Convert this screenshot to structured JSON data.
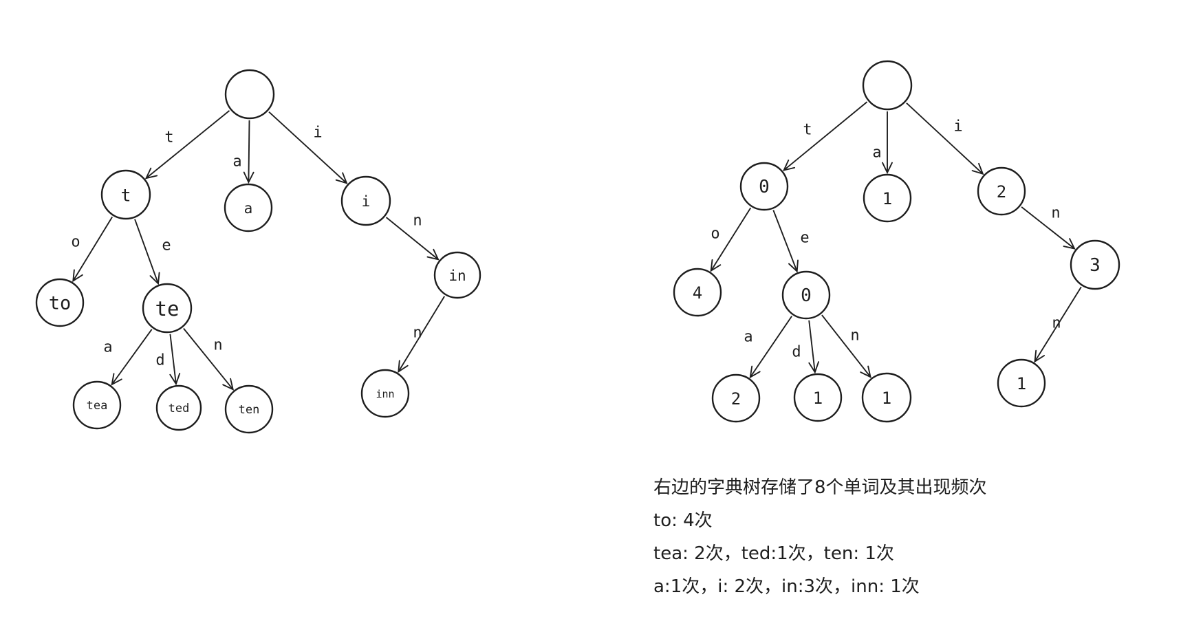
{
  "left_tree": {
    "nodes": {
      "root": "",
      "t": "t",
      "a": "a",
      "i": "i",
      "to": "to",
      "te": "te",
      "in": "in",
      "tea": "tea",
      "ted": "ted",
      "ten": "ten",
      "inn": "inn"
    },
    "edges": [
      {
        "from": "root",
        "to": "t",
        "label": "t"
      },
      {
        "from": "root",
        "to": "a",
        "label": "a"
      },
      {
        "from": "root",
        "to": "i",
        "label": "i"
      },
      {
        "from": "t",
        "to": "to",
        "label": "o"
      },
      {
        "from": "t",
        "to": "te",
        "label": "e"
      },
      {
        "from": "i",
        "to": "in",
        "label": "n"
      },
      {
        "from": "te",
        "to": "tea",
        "label": "a"
      },
      {
        "from": "te",
        "to": "ted",
        "label": "d"
      },
      {
        "from": "te",
        "to": "ten",
        "label": "n"
      },
      {
        "from": "in",
        "to": "inn",
        "label": "n"
      }
    ]
  },
  "right_tree": {
    "nodes": {
      "root": "",
      "t": "0",
      "a": "1",
      "i": "2",
      "to": "4",
      "te": "0",
      "in": "3",
      "tea": "2",
      "ted": "1",
      "ten": "1",
      "inn": "1"
    },
    "edges": [
      {
        "from": "root",
        "to": "t",
        "label": "t"
      },
      {
        "from": "root",
        "to": "a",
        "label": "a"
      },
      {
        "from": "root",
        "to": "i",
        "label": "i"
      },
      {
        "from": "t",
        "to": "to",
        "label": "o"
      },
      {
        "from": "t",
        "to": "te",
        "label": "e"
      },
      {
        "from": "i",
        "to": "in",
        "label": "n"
      },
      {
        "from": "te",
        "to": "tea",
        "label": "a"
      },
      {
        "from": "te",
        "to": "ted",
        "label": "d"
      },
      {
        "from": "te",
        "to": "ten",
        "label": "n"
      },
      {
        "from": "in",
        "to": "inn",
        "label": "n"
      }
    ]
  },
  "notes": {
    "title": "右边的字典树存储了8个单词及其出现频次",
    "line1": "to: 4次",
    "line2": "tea: 2次，ted:1次，ten: 1次",
    "line3": "a:1次，i: 2次，in:3次，inn: 1次"
  }
}
